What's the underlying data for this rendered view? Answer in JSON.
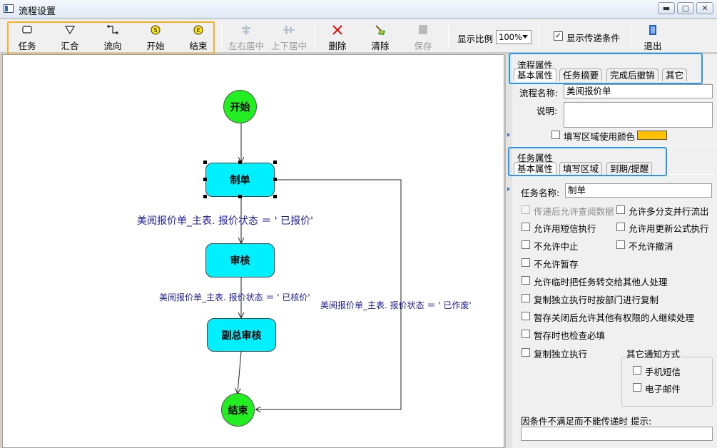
{
  "window": {
    "title": "流程设置",
    "minimize_glyph": "▬",
    "maximize_glyph": "▢",
    "close_glyph": "✕"
  },
  "toolbar": {
    "task": "任务",
    "merge": "汇合",
    "flow": "流向",
    "start": "开始",
    "end": "结束",
    "center_h": "左右居中",
    "center_v": "上下居中",
    "delete": "删除",
    "clear": "清除",
    "save": "保存",
    "zoom_label": "显示比例",
    "zoom_value": "100%",
    "show_conditions_label": "显示传递条件",
    "show_conditions_checked": true,
    "exit": "退出",
    "start_icon_letter": "S",
    "end_icon_letter": "E"
  },
  "diagram": {
    "nodes": {
      "start": "开始",
      "make": "制单",
      "review": "审核",
      "vp_review": "副总审核",
      "end": "结束"
    },
    "conditions": {
      "quoted": "美阅报价单_主表. 报价状态 ＝ ' 已报价'",
      "reviewed": "美阅报价单_主表. 报价状态 ＝ ' 已核价'",
      "voided": "美阅报价单_主表. 报价状态 ＝ ' 已作废'"
    }
  },
  "process_props": {
    "caption": "流程属性",
    "tabs": [
      "基本属性",
      "任务摘要",
      "完成后撤销",
      "其它"
    ],
    "name_label": "流程名称:",
    "name_value": "美阅报价单",
    "desc_label": "说明:",
    "desc_value": "",
    "fill_color_label": "填写区域使用颜色",
    "fill_color": "#ffc000"
  },
  "task_props": {
    "caption": "任务属性",
    "tabs": [
      "基本属性",
      "填写区域",
      "到期/提醒"
    ],
    "name_label": "任务名称:",
    "name_value": "制单",
    "options": {
      "allow_view_after": "传递后允许查阅数据",
      "allow_multi_branch": "允许多分支并行流出",
      "allow_sms": "允许用短信执行",
      "allow_update_formula": "允许用更新公式执行",
      "disallow_abort": "不允许中止",
      "disallow_undo": "不允许撤消",
      "disallow_temp_save": "不允许暂存",
      "allow_forward": "允许临时把任务转交给其他人处理",
      "copy_by_dept": "复制独立执行时按部门进行复制",
      "allow_continue": "暂存关闭后允许其他有权限的人继续处理",
      "check_required_on_temp": "暂存时也检查必填",
      "copy_independent": "复制独立执行"
    },
    "other_notify": {
      "caption": "其它通知方式",
      "sms": "手机短信",
      "email": "电子邮件"
    },
    "hint_label": "因条件不满足而不能传递时 提示:",
    "hint_value": ""
  }
}
